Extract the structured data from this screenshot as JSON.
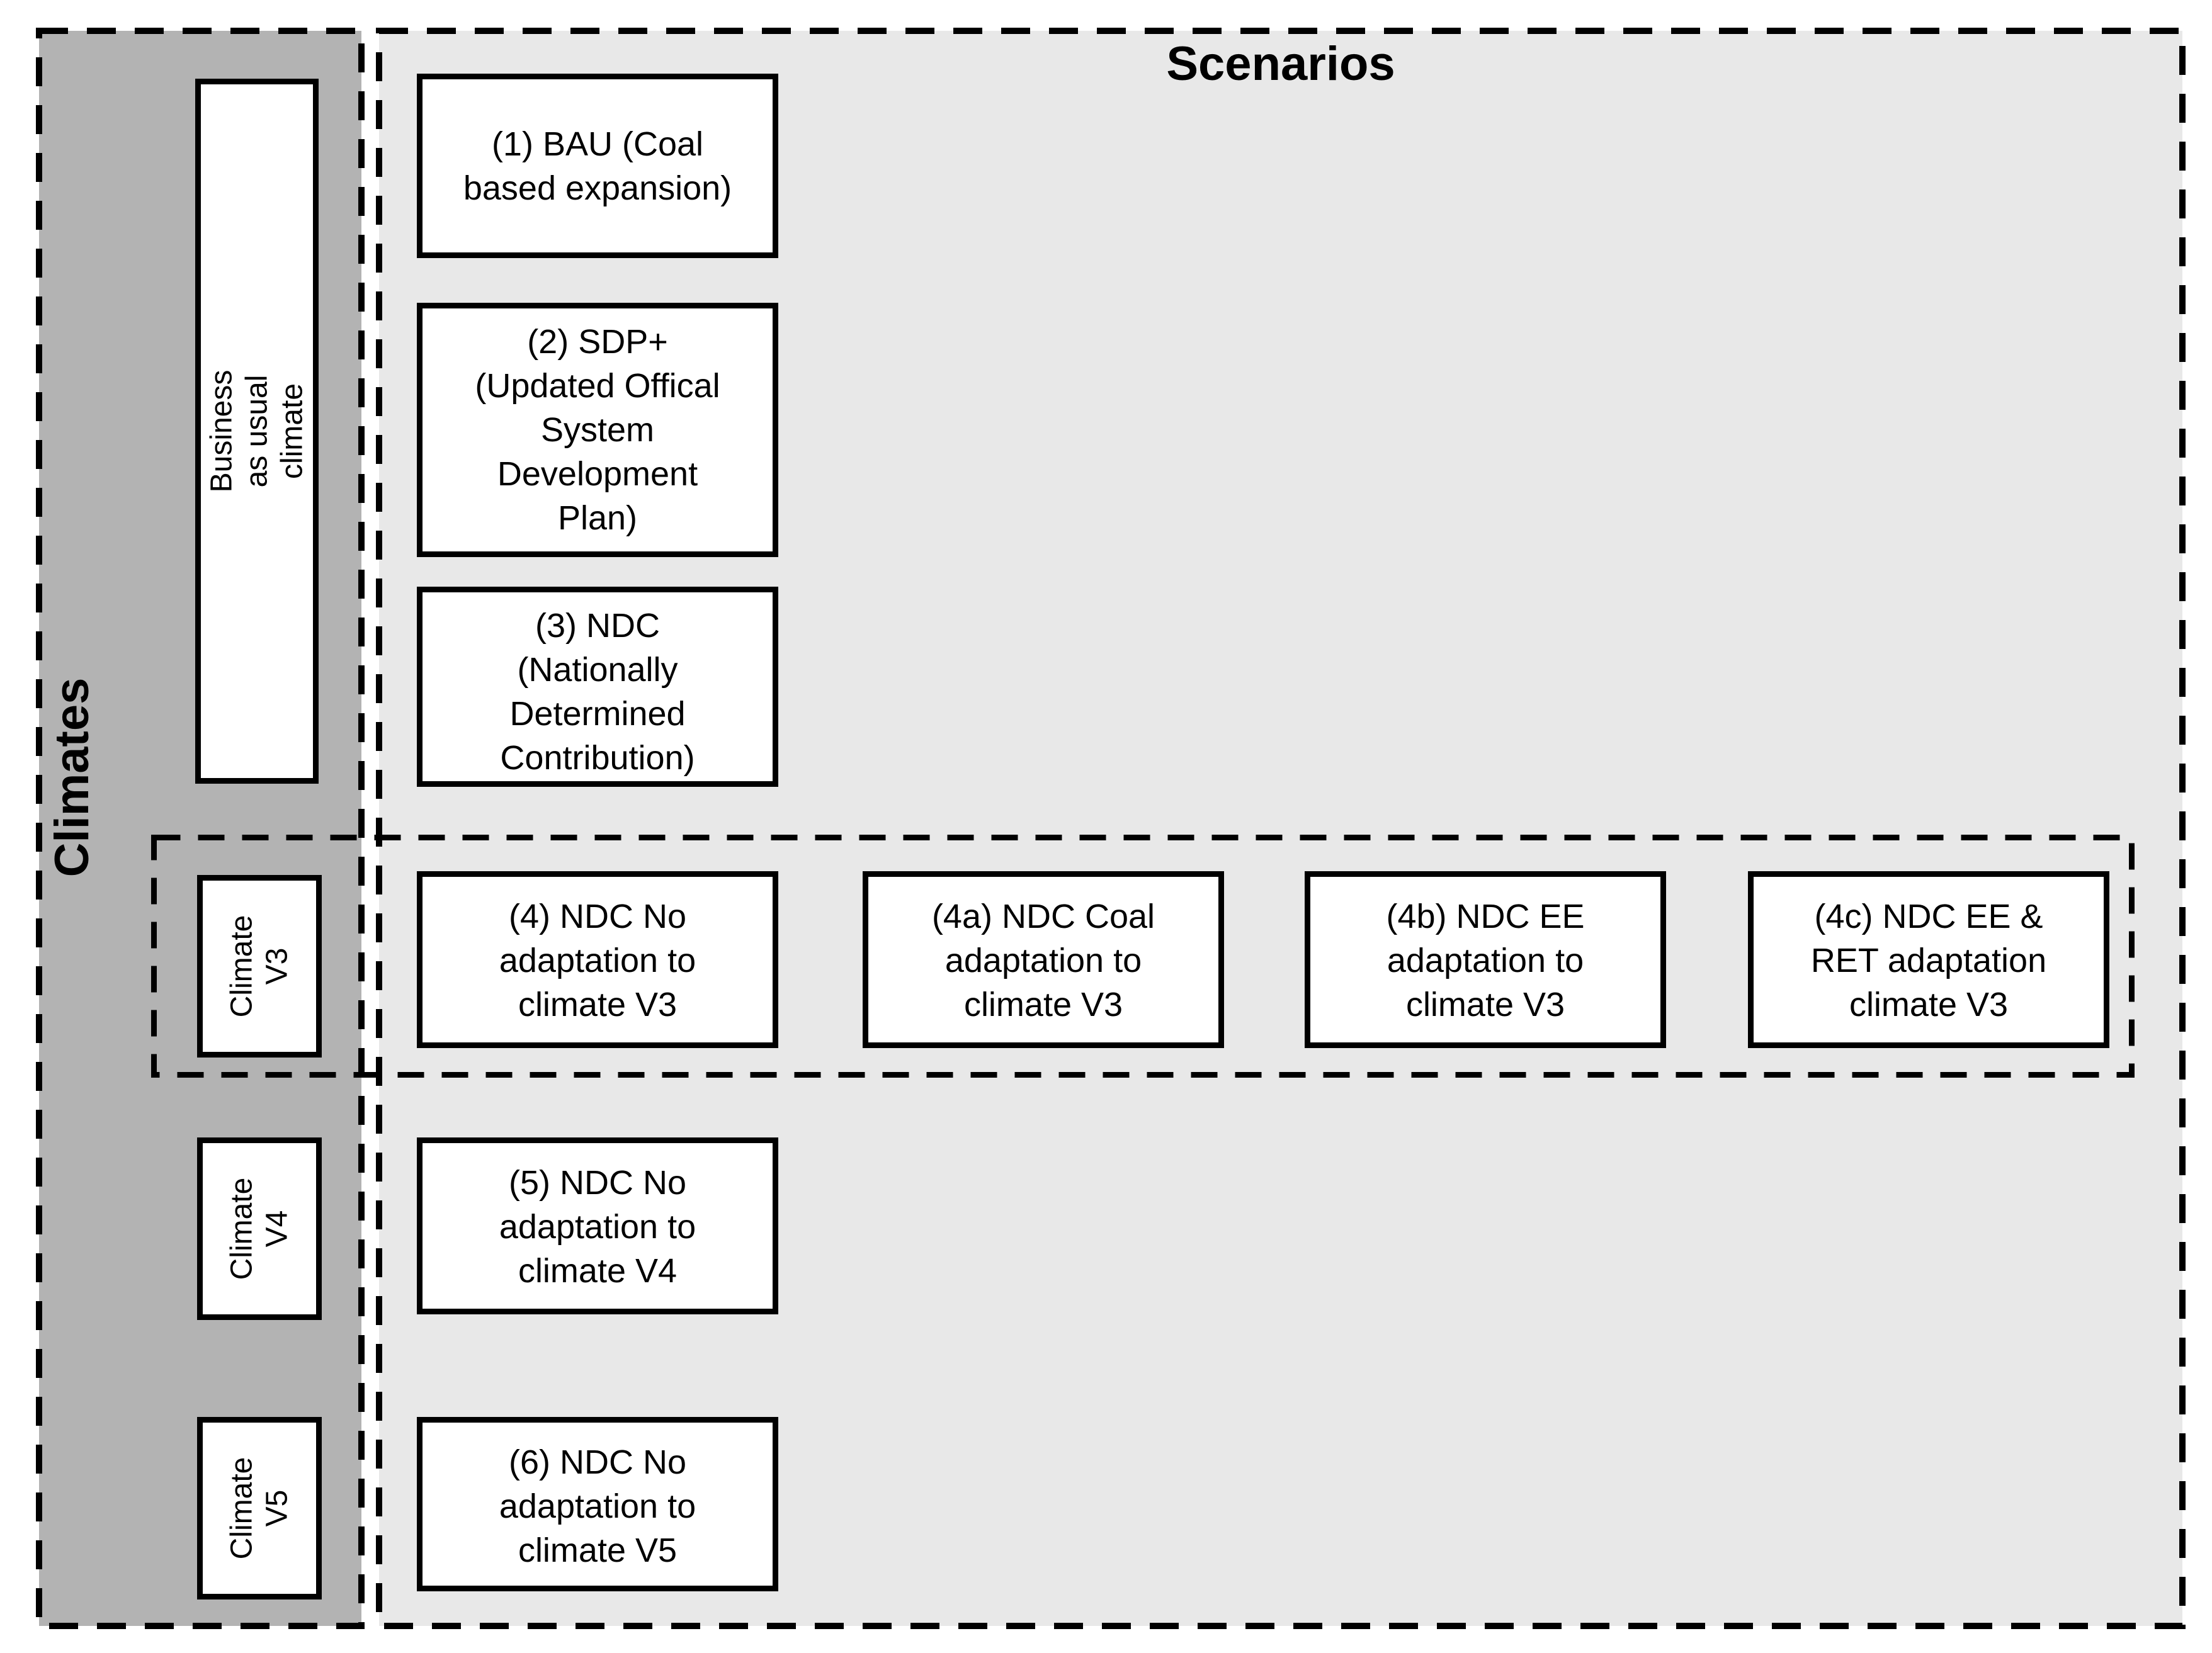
{
  "diagram": {
    "scenarios_title": "Scenarios",
    "climates_title": "Climates"
  },
  "colors": {
    "climates_bg": "#b3b3b3",
    "scenarios_bg": "#e8e8e8",
    "box_bg": "#ffffff",
    "line": "#000000"
  },
  "climate_labels": {
    "bau": "Business as usual climate",
    "v3": "Climate\nV3",
    "v4": "Climate\nV4",
    "v5": "Climate\nV5"
  },
  "scenario_boxes": {
    "s1": "(1) BAU (Coal\nbased expansion)",
    "s2": "(2) SDP+\n(Updated Offical\nSystem\nDevelopment\nPlan)",
    "s3": "(3) NDC\n(Nationally\nDetermined\nContribution)",
    "s4": "(4) NDC No\nadaptation to\nclimate V3",
    "s4a": "(4a) NDC Coal\nadaptation to\nclimate V3",
    "s4b": "(4b) NDC EE\nadaptation to\nclimate V3",
    "s4c": "(4c) NDC EE &\nRET adaptation\nclimate V3",
    "s5": "(5) NDC No\nadaptation to\nclimate V4",
    "s6": "(6) NDC No\nadaptation to\nclimate V5"
  }
}
